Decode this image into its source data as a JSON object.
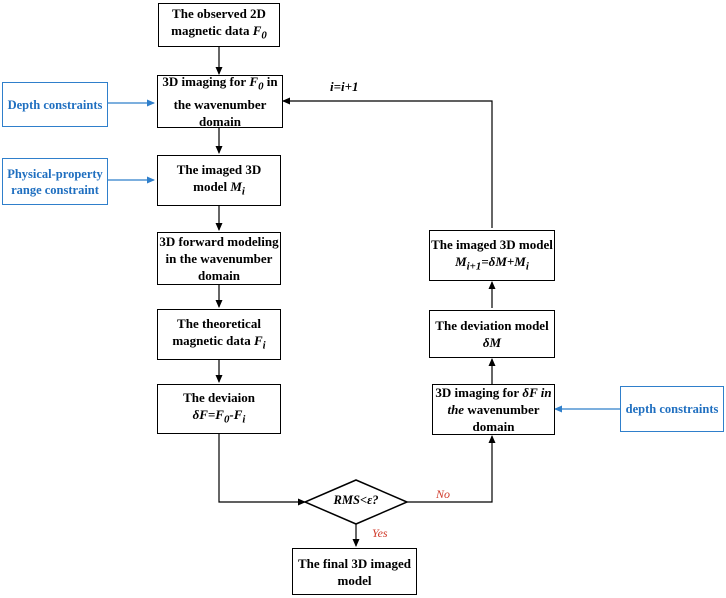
{
  "nodes": {
    "observed": {
      "line1": "The observed 2D",
      "line2": "magnetic data",
      "var": "F",
      "sub": "0"
    },
    "imaging": {
      "line1_pre": "3D imaging for",
      "var": "F",
      "sub": "0",
      "line1_post": "in",
      "line2": "the wavenumber",
      "line3": "domain"
    },
    "imaged": {
      "line1": "The imaged 3D",
      "line2": "model",
      "var": "M",
      "sub": "i"
    },
    "forward": {
      "line1": "3D forward modeling",
      "line2": "in the wavenumber",
      "line3": "domain"
    },
    "theoretical": {
      "line1": "The theoretical",
      "line2": "magnetic data",
      "var": "F",
      "sub": "i"
    },
    "deviation": {
      "line1": "The deviaion",
      "formula": "δF=F",
      "sub0": "0",
      "minus": "-F",
      "subi": "i"
    },
    "decision": {
      "text": "RMS<ε?"
    },
    "final": {
      "line1": "The final 3D imaged",
      "line2": "model"
    },
    "imaging2": {
      "line1_pre": "3D imaging for",
      "line1_var": "δF in",
      "line2_var": "the",
      "line2_post": "wavenumber",
      "line3": "domain"
    },
    "devmodel": {
      "line1": "The deviation model",
      "var": "δM"
    },
    "imaged2": {
      "line1": "The imaged 3D model",
      "lhs": "M",
      "lhs_sub": "i+1",
      "rhs": "=δM+M",
      "rhs_sub": "i"
    }
  },
  "constraints": {
    "depth": "Depth constraints",
    "physical_line1": "Physical-property",
    "physical_line2": "range constraint",
    "depth2": "depth constraints"
  },
  "labels": {
    "iteration": "i=i+1",
    "no": "No",
    "yes": "Yes"
  },
  "colors": {
    "constraint_border": "#2f7fcb",
    "constraint_text": "#1f6fc0",
    "yes_no": "#d03a2a",
    "arrow": "#000000"
  }
}
